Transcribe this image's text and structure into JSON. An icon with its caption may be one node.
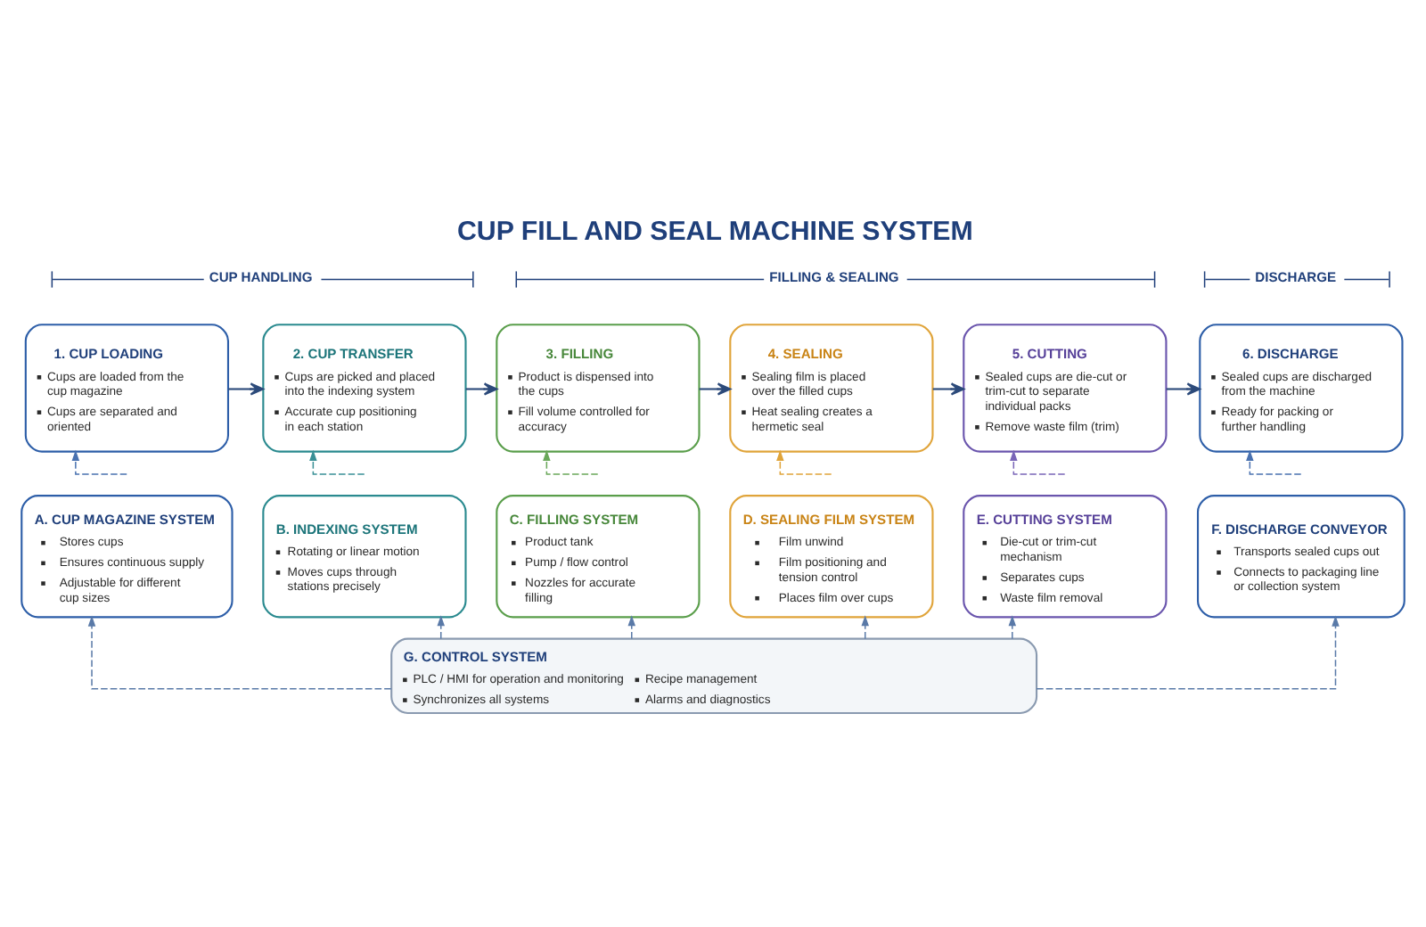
{
  "diagram": {
    "title": "CUP FILL AND SEAL MACHINE SYSTEM",
    "nodes": [
      {
        "text": [
          "1. CUP LOADING",
          "Cups are loaded from the cup magazine",
          "Cups are separated and oriented"
        ]
      },
      {
        "text": [
          "2. CUP TRANSFER",
          "Cups are picked and placed into the indexing system",
          "Accurate cup positioning in each station"
        ]
      },
      {
        "text": [
          "3. FILLING",
          "Product is dispensed into the cups",
          "Fill volume controlled for accuracy"
        ]
      },
      {
        "text": [
          "4. SEALING",
          "Sealing film is placed over the filled cups",
          "Heat sealing creates a hermetic seal"
        ]
      },
      {
        "text": [
          "5. CUTTING",
          "Sealed cups are die-cut or trim-cut to separate individual packs",
          "Remove waste film (trim)"
        ]
      },
      {
        "text": [
          "6. DISCHARGE",
          "Sealed cups are discharged from the machine",
          "Ready for packing or further handling"
        ]
      },
      {
        "text": [
          "A. CUP MAGAZINE SYSTEM",
          "Stores cups",
          "Ensures continuous supply",
          "Adjustable for different cup sizes"
        ]
      },
      {
        "text": [
          "B. INDEXING SYSTEM",
          "Rotating or linear motion",
          "Moves cups through stations precisely"
        ]
      },
      {
        "text": [
          "C. FILLING SYSTEM",
          "Product tank",
          "Pump / flow control",
          "Nozzles for accurate filling"
        ]
      },
      {
        "text": [
          "D. SEALING FILM SYSTEM",
          "Film unwind",
          "Film positioning and tension control",
          "Places film over cups"
        ]
      },
      {
        "text": [
          "E. CUTTING SYSTEM",
          "Die-cut or trim-cut mechanism",
          "Separates cups",
          "Waste film removal"
        ]
      },
      {
        "text": [
          "F. DISCHARGE CONVEYOR",
          "Transports sealed cups out",
          "Connects to packaging line or collection system"
        ]
      },
      {
        "text": [
          "G. CONTROL SYSTEM",
          "PLC / HMI for operation and monitoring",
          "Synchronizes all systems",
          "Recipe management",
          "Alarms and diagnostics"
        ]
      }
    ],
    "edges": [
      {
        "from": 0,
        "to": 1,
        "arrow": "to"
      },
      {
        "from": 1,
        "to": 2,
        "arrow": "to"
      },
      {
        "from": 2,
        "to": 3,
        "arrow": "to"
      },
      {
        "from": 3,
        "to": 4,
        "arrow": "to"
      },
      {
        "from": 4,
        "to": 5,
        "arrow": "to"
      },
      {
        "from": null,
        "to": 0,
        "arrow": "to",
        "style": "dashed",
        "color": "#4a72b0"
      },
      {
        "from": null,
        "to": 1,
        "arrow": "to",
        "style": "dashed",
        "color": "#3a9096"
      },
      {
        "from": null,
        "to": 2,
        "arrow": "to",
        "style": "dashed",
        "color": "#6aa85a"
      },
      {
        "from": null,
        "to": 3,
        "arrow": "to",
        "style": "dashed",
        "color": "#e0a43a"
      },
      {
        "from": null,
        "to": 4,
        "arrow": "to",
        "style": "dashed",
        "color": "#7a66b8"
      },
      {
        "from": null,
        "to": 5,
        "arrow": "to",
        "style": "dashed",
        "color": "#4a72b0"
      },
      {
        "from": 12,
        "to": 6,
        "arrow": "to",
        "style": "dashed",
        "color": "#5a7aa8"
      },
      {
        "from": 12,
        "to": 7,
        "arrow": "to",
        "style": "dashed",
        "color": "#5a7aa8"
      },
      {
        "from": 12,
        "to": 8,
        "arrow": "to",
        "style": "dashed",
        "color": "#5a7aa8"
      },
      {
        "from": 12,
        "to": 9,
        "arrow": "to",
        "style": "dashed",
        "color": "#5a7aa8"
      },
      {
        "from": 12,
        "to": 10,
        "arrow": "to",
        "style": "dashed",
        "color": "#5a7aa8"
      },
      {
        "from": 12,
        "to": 11,
        "arrow": "to",
        "style": "dashed",
        "color": "#5a7aa8"
      }
    ],
    "labels": [
      "CUP HANDLING",
      "FILLING & SEALING",
      "DISCHARGE"
    ]
  }
}
